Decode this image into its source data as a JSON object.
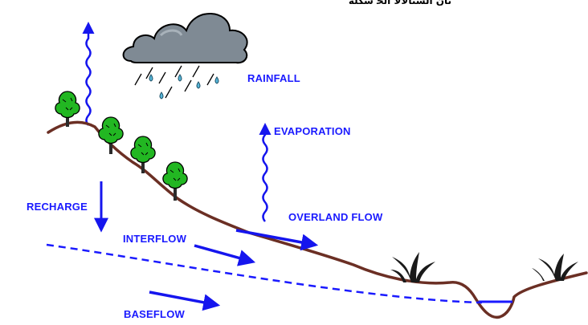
{
  "corner_text": "ﺗﺎﻥ ﺍﻟﺴﺘﺎﻻﻻ ﺍﻟﺨ ﺷﻜﻠﺔ",
  "labels": {
    "rainfall": "RAINFALL",
    "evaporation": "EVAPORATION",
    "recharge": "RECHARGE",
    "overland_flow": "OVERLAND FLOW",
    "interflow": "INTERFLOW",
    "baseflow": "BASEFLOW"
  },
  "colors": {
    "label": "#1a1aff",
    "arrow": "#1515ee",
    "ground": "#6b2f24",
    "cloud": "#7f8a94",
    "raindrop": "#57b7d9",
    "tree_leaf": "#22b722",
    "tree_trunk": "#2b2b2b",
    "water": "#1a1aff"
  },
  "icons": [
    "cloud-icon",
    "raindrop-icon",
    "tree-icon",
    "shrub-icon"
  ]
}
